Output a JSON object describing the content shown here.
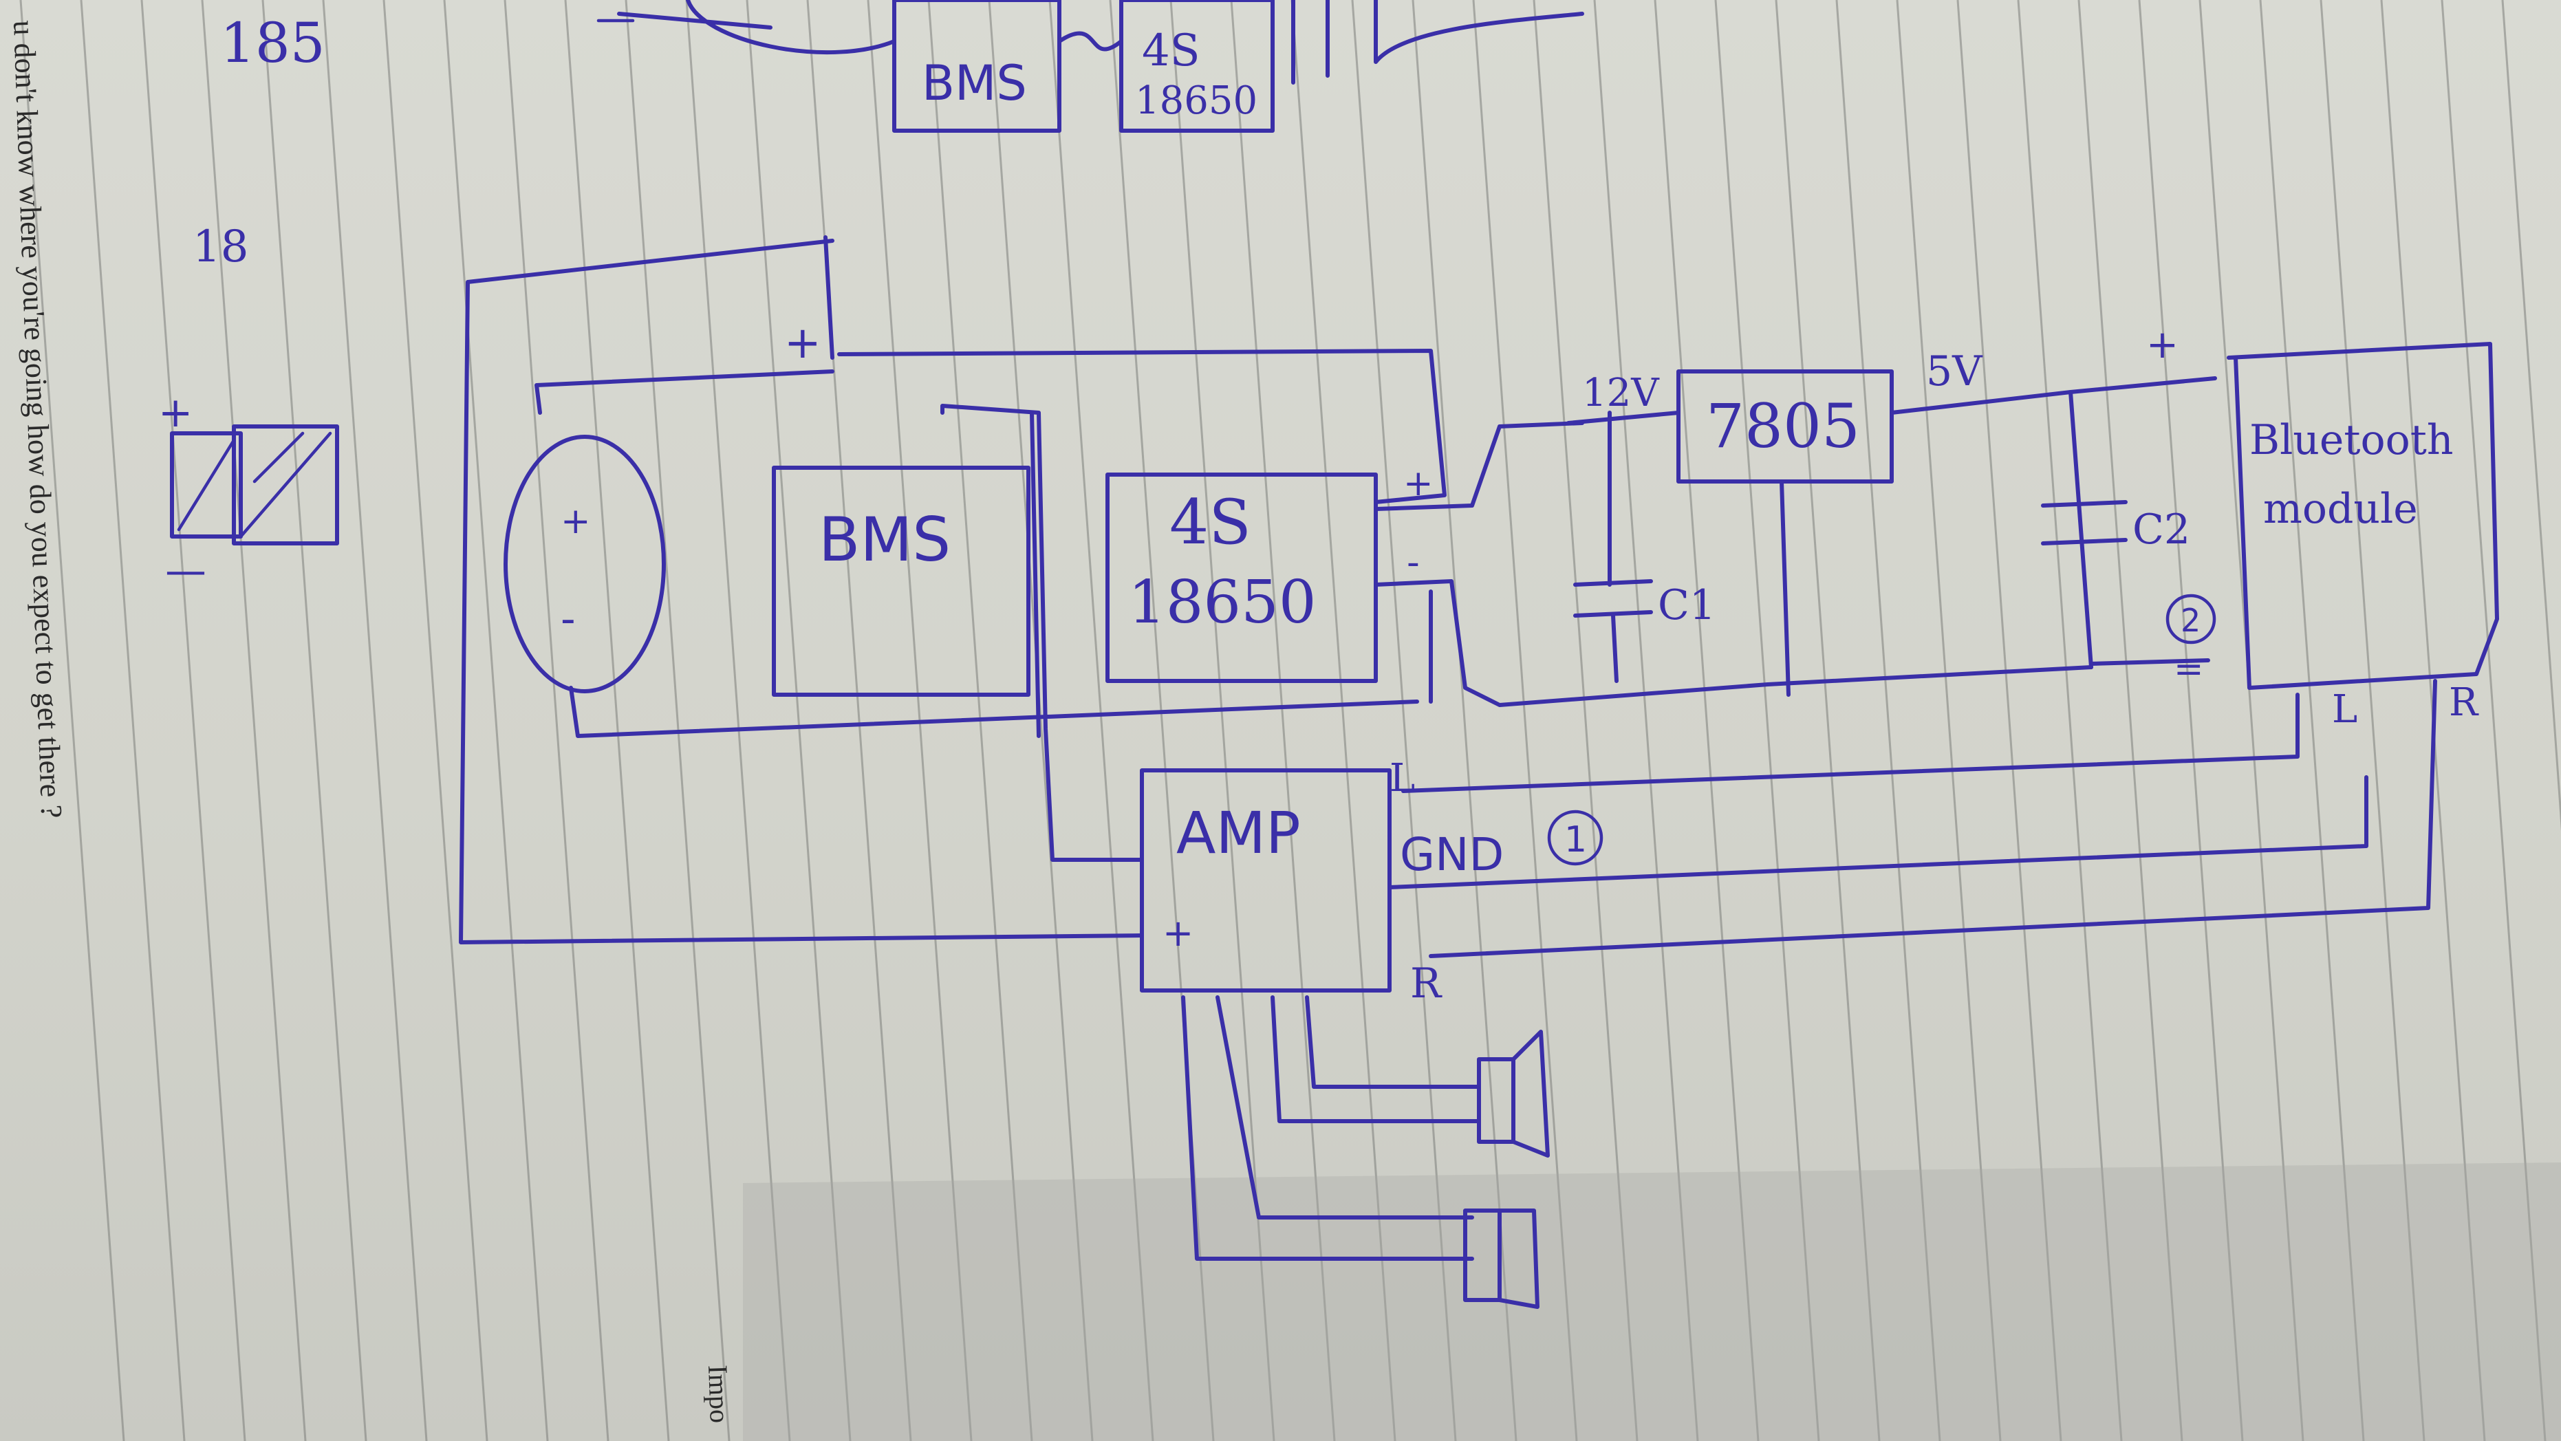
{
  "printed_text": {
    "margin_sentence": "u don't know where you're going how do you expect to get there ?",
    "footer_fragment": "Impo"
  },
  "top_sketch": {
    "bms_label": "BMS",
    "battery_label_line1": "4S",
    "battery_label_line2": "18650",
    "corner_number": "185"
  },
  "margin_notes": {
    "number": "18",
    "plus": "+",
    "minus": "—"
  },
  "components": {
    "bms": "BMS",
    "battery_line1": "4S",
    "battery_line2": "18650",
    "regulator": "7805",
    "bluetooth_line1": "Bluetooth",
    "bluetooth_line2": "module",
    "amp": "AMP"
  },
  "labels": {
    "v12": "12V",
    "v5": "5V",
    "c1": "C1",
    "c2": "C2",
    "gnd": "GND",
    "circle1": "1",
    "circle2": "2",
    "amp_l": "L",
    "amp_r": "R",
    "amp_plus": "+",
    "bt_l": "L",
    "bt_r": "R",
    "bt_plus": "+",
    "bt_minus": "=",
    "batt_plus": "+",
    "batt_minus": "-",
    "dc_plus": "+",
    "dc_minus": "-",
    "bms_plus": "+"
  }
}
